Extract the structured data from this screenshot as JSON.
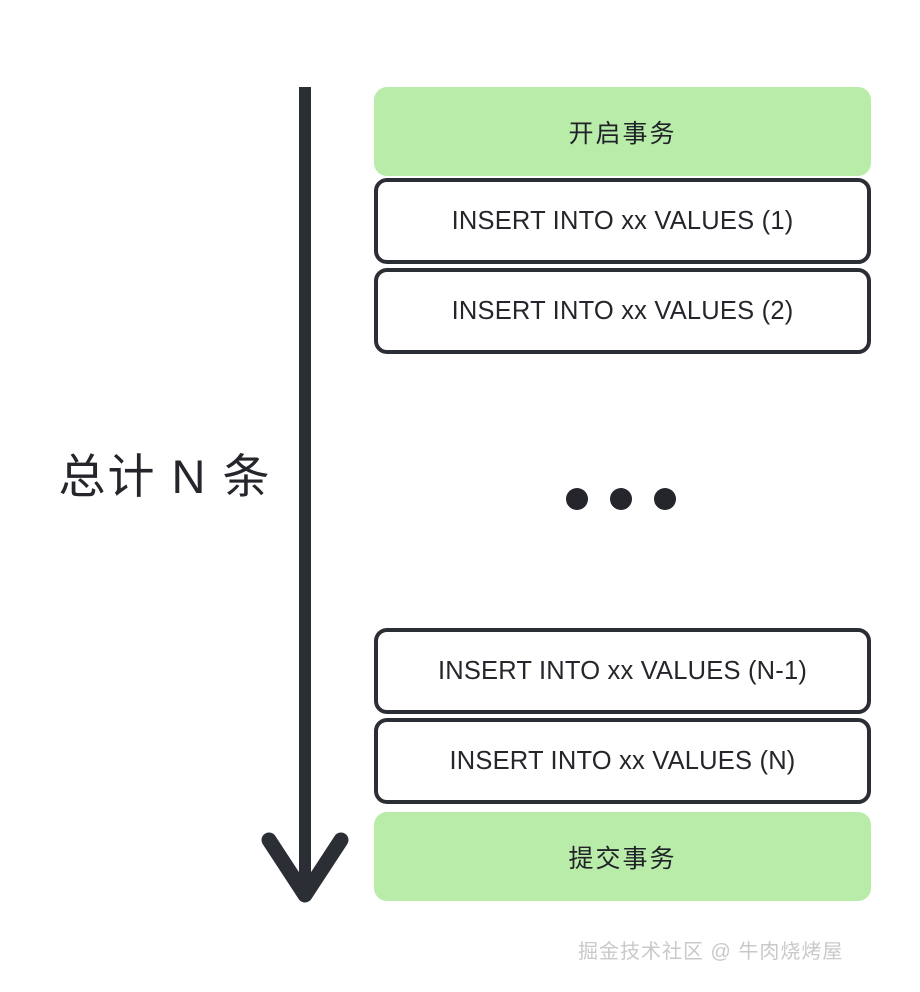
{
  "diagram": {
    "title_label": "总计 N 条",
    "arrow": {
      "name": "downward-arrow",
      "direction": "down"
    },
    "ellipsis_dots": 3,
    "groups": [
      {
        "name": "transaction-start-group",
        "rows": [
          {
            "type": "green",
            "label": "开启事务"
          },
          {
            "type": "sql",
            "label": "INSERT INTO xx VALUES (1)"
          },
          {
            "type": "sql",
            "label": "INSERT INTO xx VALUES (2)"
          }
        ]
      },
      {
        "name": "transaction-end-group",
        "rows": [
          {
            "type": "sql",
            "label": "INSERT INTO xx VALUES (N-1)"
          },
          {
            "type": "sql",
            "label": "INSERT INTO xx VALUES (N)"
          },
          {
            "type": "green",
            "label": "提交事务"
          }
        ]
      }
    ],
    "watermark": "掘金技术社区 @ 牛肉烧烤屋",
    "colors": {
      "green_fill": "#b9eba9",
      "box_border": "#2b2e35",
      "text": "#24262b",
      "arrow": "#2b2e35",
      "watermark": "#c9c9c9",
      "background": "#ffffff"
    }
  }
}
